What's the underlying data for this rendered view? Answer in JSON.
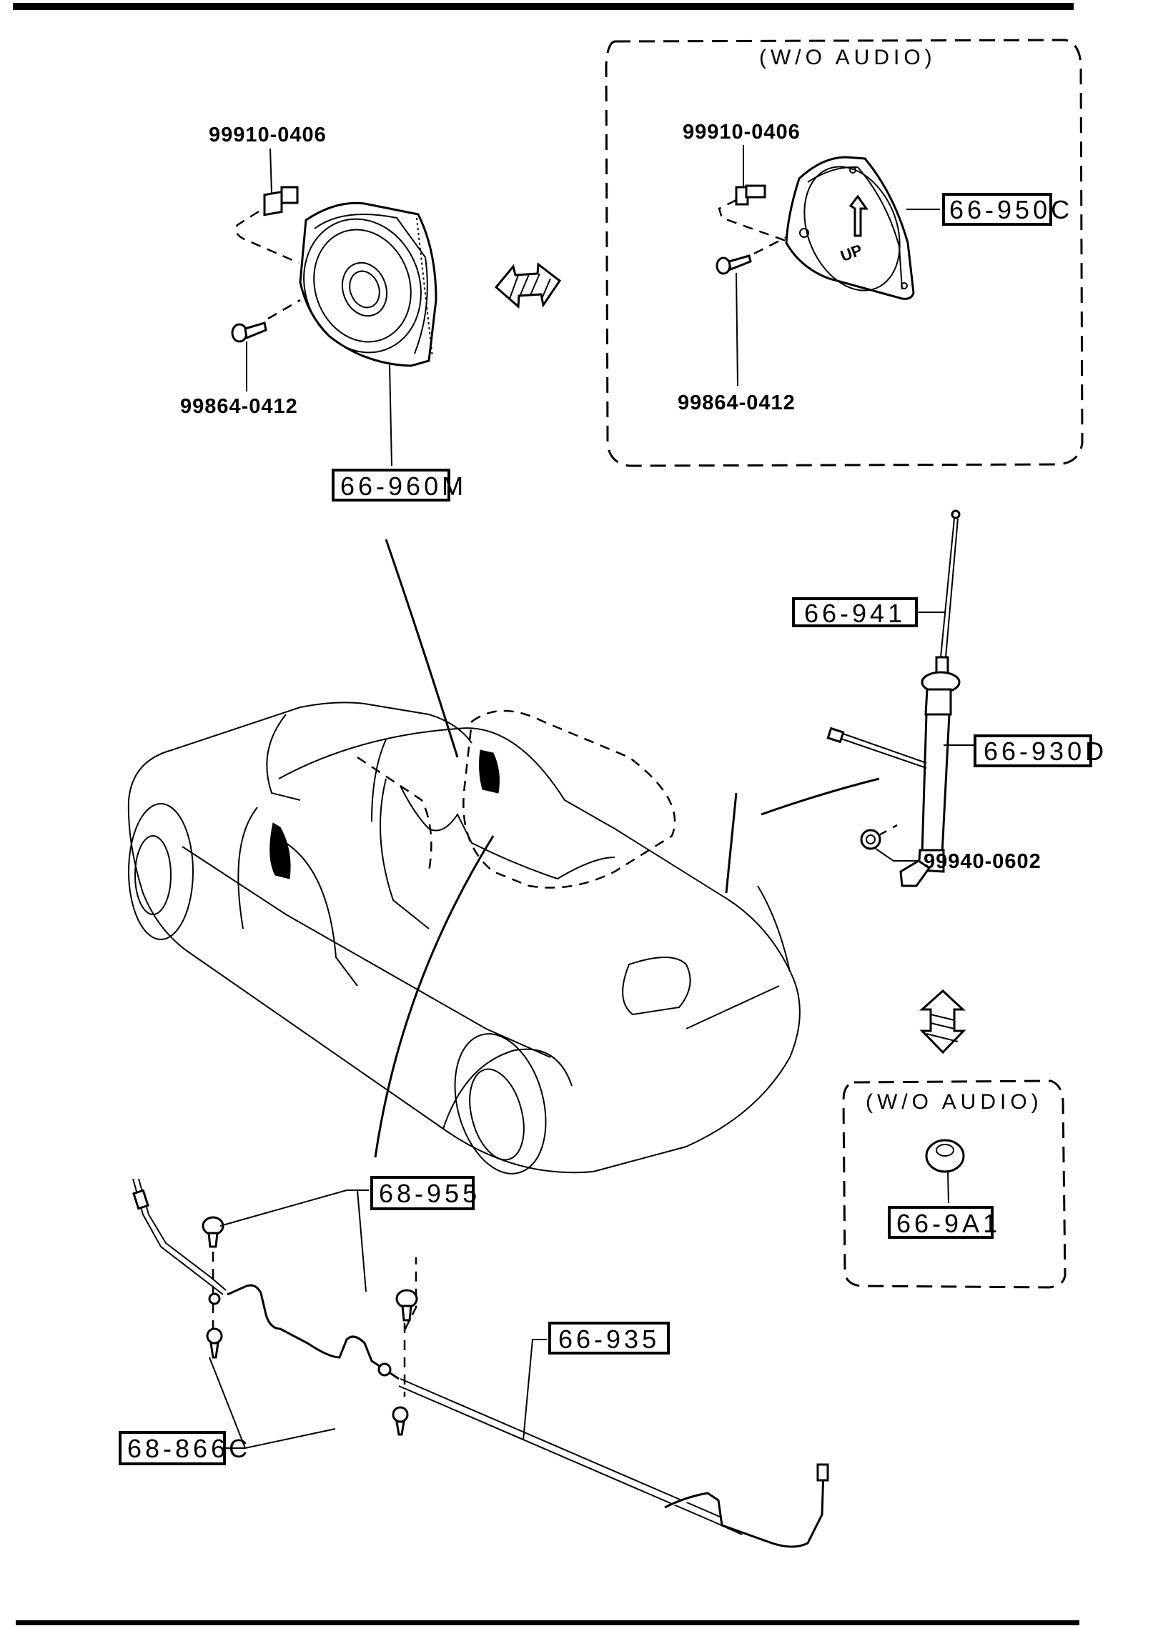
{
  "diagram": {
    "title": "Audio / Antenna Parts Diagram",
    "condition_label": "(W/O AUDIO)",
    "speaker_group": {
      "clip_part": "99910-0406",
      "screw_part": "99864-0412",
      "speaker_part": "66-960M"
    },
    "alt_speaker_group": {
      "condition": "(W/O AUDIO)",
      "clip_part": "99910-0406",
      "screw_part": "99864-0412",
      "cover_part": "66-950C",
      "cover_marking": "UP"
    },
    "antenna_group": {
      "mast_part": "66-941",
      "antenna_part": "66-930D",
      "nut_part": "99940-0602"
    },
    "alt_antenna_group": {
      "condition": "(W/O AUDIO)",
      "plug_part": "66-9A1"
    },
    "feeder_group": {
      "clip_part": "68-955",
      "feeder_part": "66-935",
      "clamp_part": "68-866C"
    },
    "interchange_icons": [
      "horizontal-interchange-arrow",
      "vertical-interchange-arrow"
    ]
  }
}
